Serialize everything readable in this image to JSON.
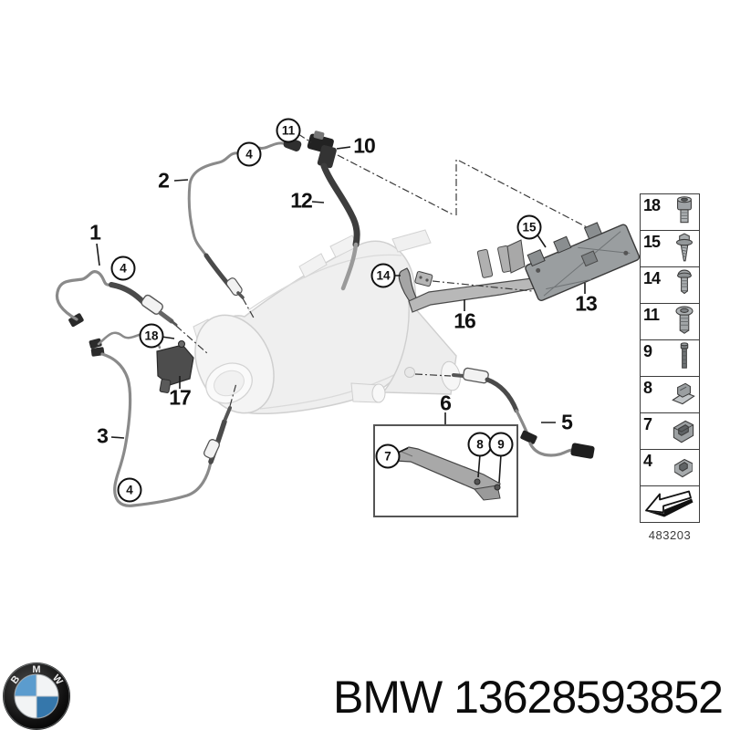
{
  "callouts": {
    "plain": {
      "p1": "1",
      "p2": "2",
      "p3": "3",
      "p5": "5",
      "p6": "6",
      "p10": "10",
      "p12": "12",
      "p13": "13",
      "p16": "16",
      "p17": "17"
    },
    "circled": {
      "c4": "4",
      "c7": "7",
      "c8": "8",
      "c9": "9",
      "c11": "11",
      "c14": "14",
      "c15": "15",
      "c18": "18"
    }
  },
  "legend": {
    "rows": [
      {
        "number": "18",
        "icon": "socket-head-screw-icon"
      },
      {
        "number": "15",
        "icon": "flange-tapping-screw-icon"
      },
      {
        "number": "14",
        "icon": "pan-head-screw-icon"
      },
      {
        "number": "11",
        "icon": "round-head-screw-icon"
      },
      {
        "number": "9",
        "icon": "hex-bolt-icon"
      },
      {
        "number": "8",
        "icon": "clip-nut-icon"
      },
      {
        "number": "7",
        "icon": "holder-clip-icon"
      },
      {
        "number": "4",
        "icon": "cable-clip-icon"
      },
      {
        "number": "",
        "icon": "direction-arrow-icon"
      }
    ],
    "drawing_number": "483203"
  },
  "footer": {
    "brand": "BMW",
    "part_number": "13628593852",
    "logo_letters": [
      "B",
      "M",
      "W"
    ]
  },
  "colors": {
    "line": "#1a1a1a",
    "ghost_stroke": "#ababab",
    "bracket_gray": "#9a9ea0",
    "hose_dark": "#3d3d3d",
    "bmw_blue": "#4287bd"
  }
}
